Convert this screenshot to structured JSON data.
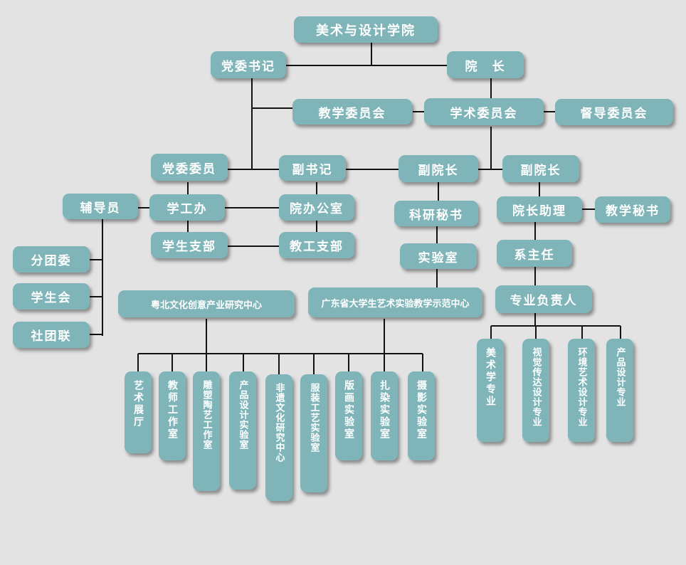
{
  "nodes": {
    "root": "美术与设计学院",
    "party_secretary": "党委书记",
    "dean": "院　长",
    "teaching_committee": "教学委员会",
    "academic_committee": "学术委员会",
    "supervision_committee": "督导委员会",
    "party_member": "党委委员",
    "deputy_secretary": "副书记",
    "vice_dean_1": "副院长",
    "vice_dean_2": "副院长",
    "counselor": "辅导员",
    "student_affairs_office": "学工办",
    "dean_office": "院办公室",
    "research_secretary": "科研秘书",
    "dean_assistant": "院长助理",
    "teaching_secretary": "教学秘书",
    "student_branch": "学生支部",
    "faculty_branch": "教工支部",
    "lab": "实验室",
    "dept_head": "系主任",
    "league_branch": "分团委",
    "student_union": "学生会",
    "club_federation": "社团联",
    "yuebei_center": "粤北文化创意产业研究中心",
    "guangdong_center": "广东省大学生艺术实验教学示范中心",
    "major_lead": "专业负责人"
  },
  "labs": [
    "艺术展厅",
    "教师工作室",
    "雕塑陶艺工作室",
    "产品设计实验室",
    "非遗文化研究中心",
    "服装工艺实验室",
    "版画实验室",
    "扎染实验室",
    "摄影实验室"
  ],
  "majors": [
    "美术学专业",
    "视觉传达设计专业",
    "环境艺术设计专业",
    "产品设计专业"
  ]
}
